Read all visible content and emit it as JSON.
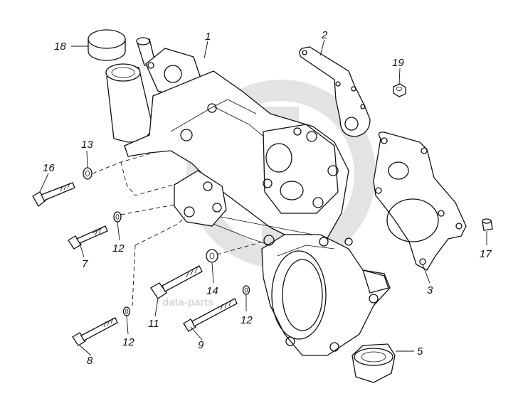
{
  "watermark": {
    "text": "data-parts"
  },
  "callouts": [
    {
      "id": "c1",
      "label": "1"
    },
    {
      "id": "c2",
      "label": "2"
    },
    {
      "id": "c3",
      "label": "3"
    },
    {
      "id": "c5",
      "label": "5"
    },
    {
      "id": "c7",
      "label": "7"
    },
    {
      "id": "c8",
      "label": "8"
    },
    {
      "id": "c9",
      "label": "9"
    },
    {
      "id": "c11",
      "label": "11"
    },
    {
      "id": "c12a",
      "label": "12"
    },
    {
      "id": "c12b",
      "label": "12"
    },
    {
      "id": "c12c",
      "label": "12"
    },
    {
      "id": "c13",
      "label": "13"
    },
    {
      "id": "c14",
      "label": "14"
    },
    {
      "id": "c16",
      "label": "16"
    },
    {
      "id": "c17",
      "label": "17"
    },
    {
      "id": "c18",
      "label": "18"
    },
    {
      "id": "c19",
      "label": "19"
    }
  ],
  "colors": {
    "line": "#111111",
    "background": "#ffffff",
    "watermark": "#d9d9d9"
  }
}
